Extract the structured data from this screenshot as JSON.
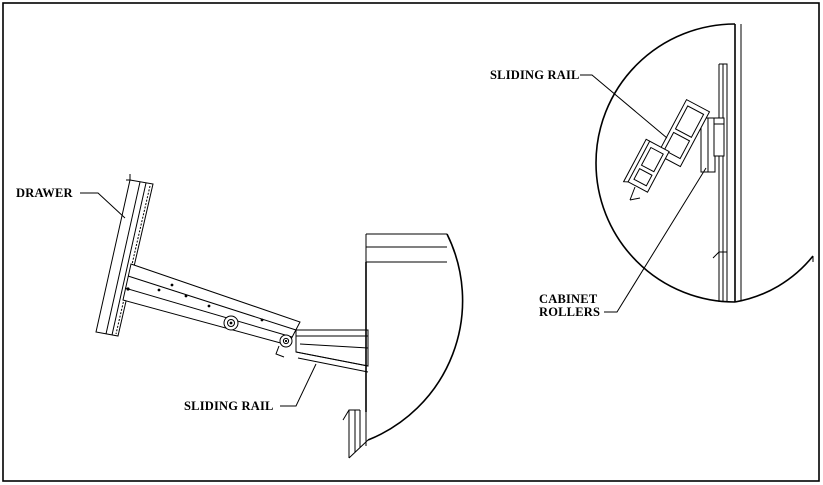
{
  "labels": {
    "drawer": "DRAWER",
    "sliding_rail_main": "SLIDING RAIL",
    "sliding_rail_detail": "SLIDING RAIL",
    "cabinet_rollers_line1": "CABINET",
    "cabinet_rollers_line2": "ROLLERS"
  }
}
